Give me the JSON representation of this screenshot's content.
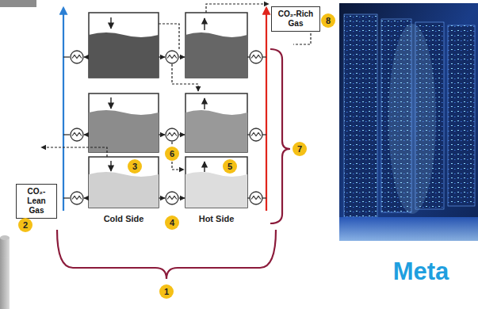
{
  "diagram": {
    "nodes": [
      {
        "text": [
          "CO₂-Rich Gas"
        ]
      },
      {
        "text": [
          "CO₂-Lean Gas"
        ]
      }
    ],
    "labels": [
      "1",
      "2",
      "3",
      "4",
      "5",
      "6",
      "7",
      "8",
      "Cold Side",
      "Hot Side",
      "Meta"
    ]
  }
}
